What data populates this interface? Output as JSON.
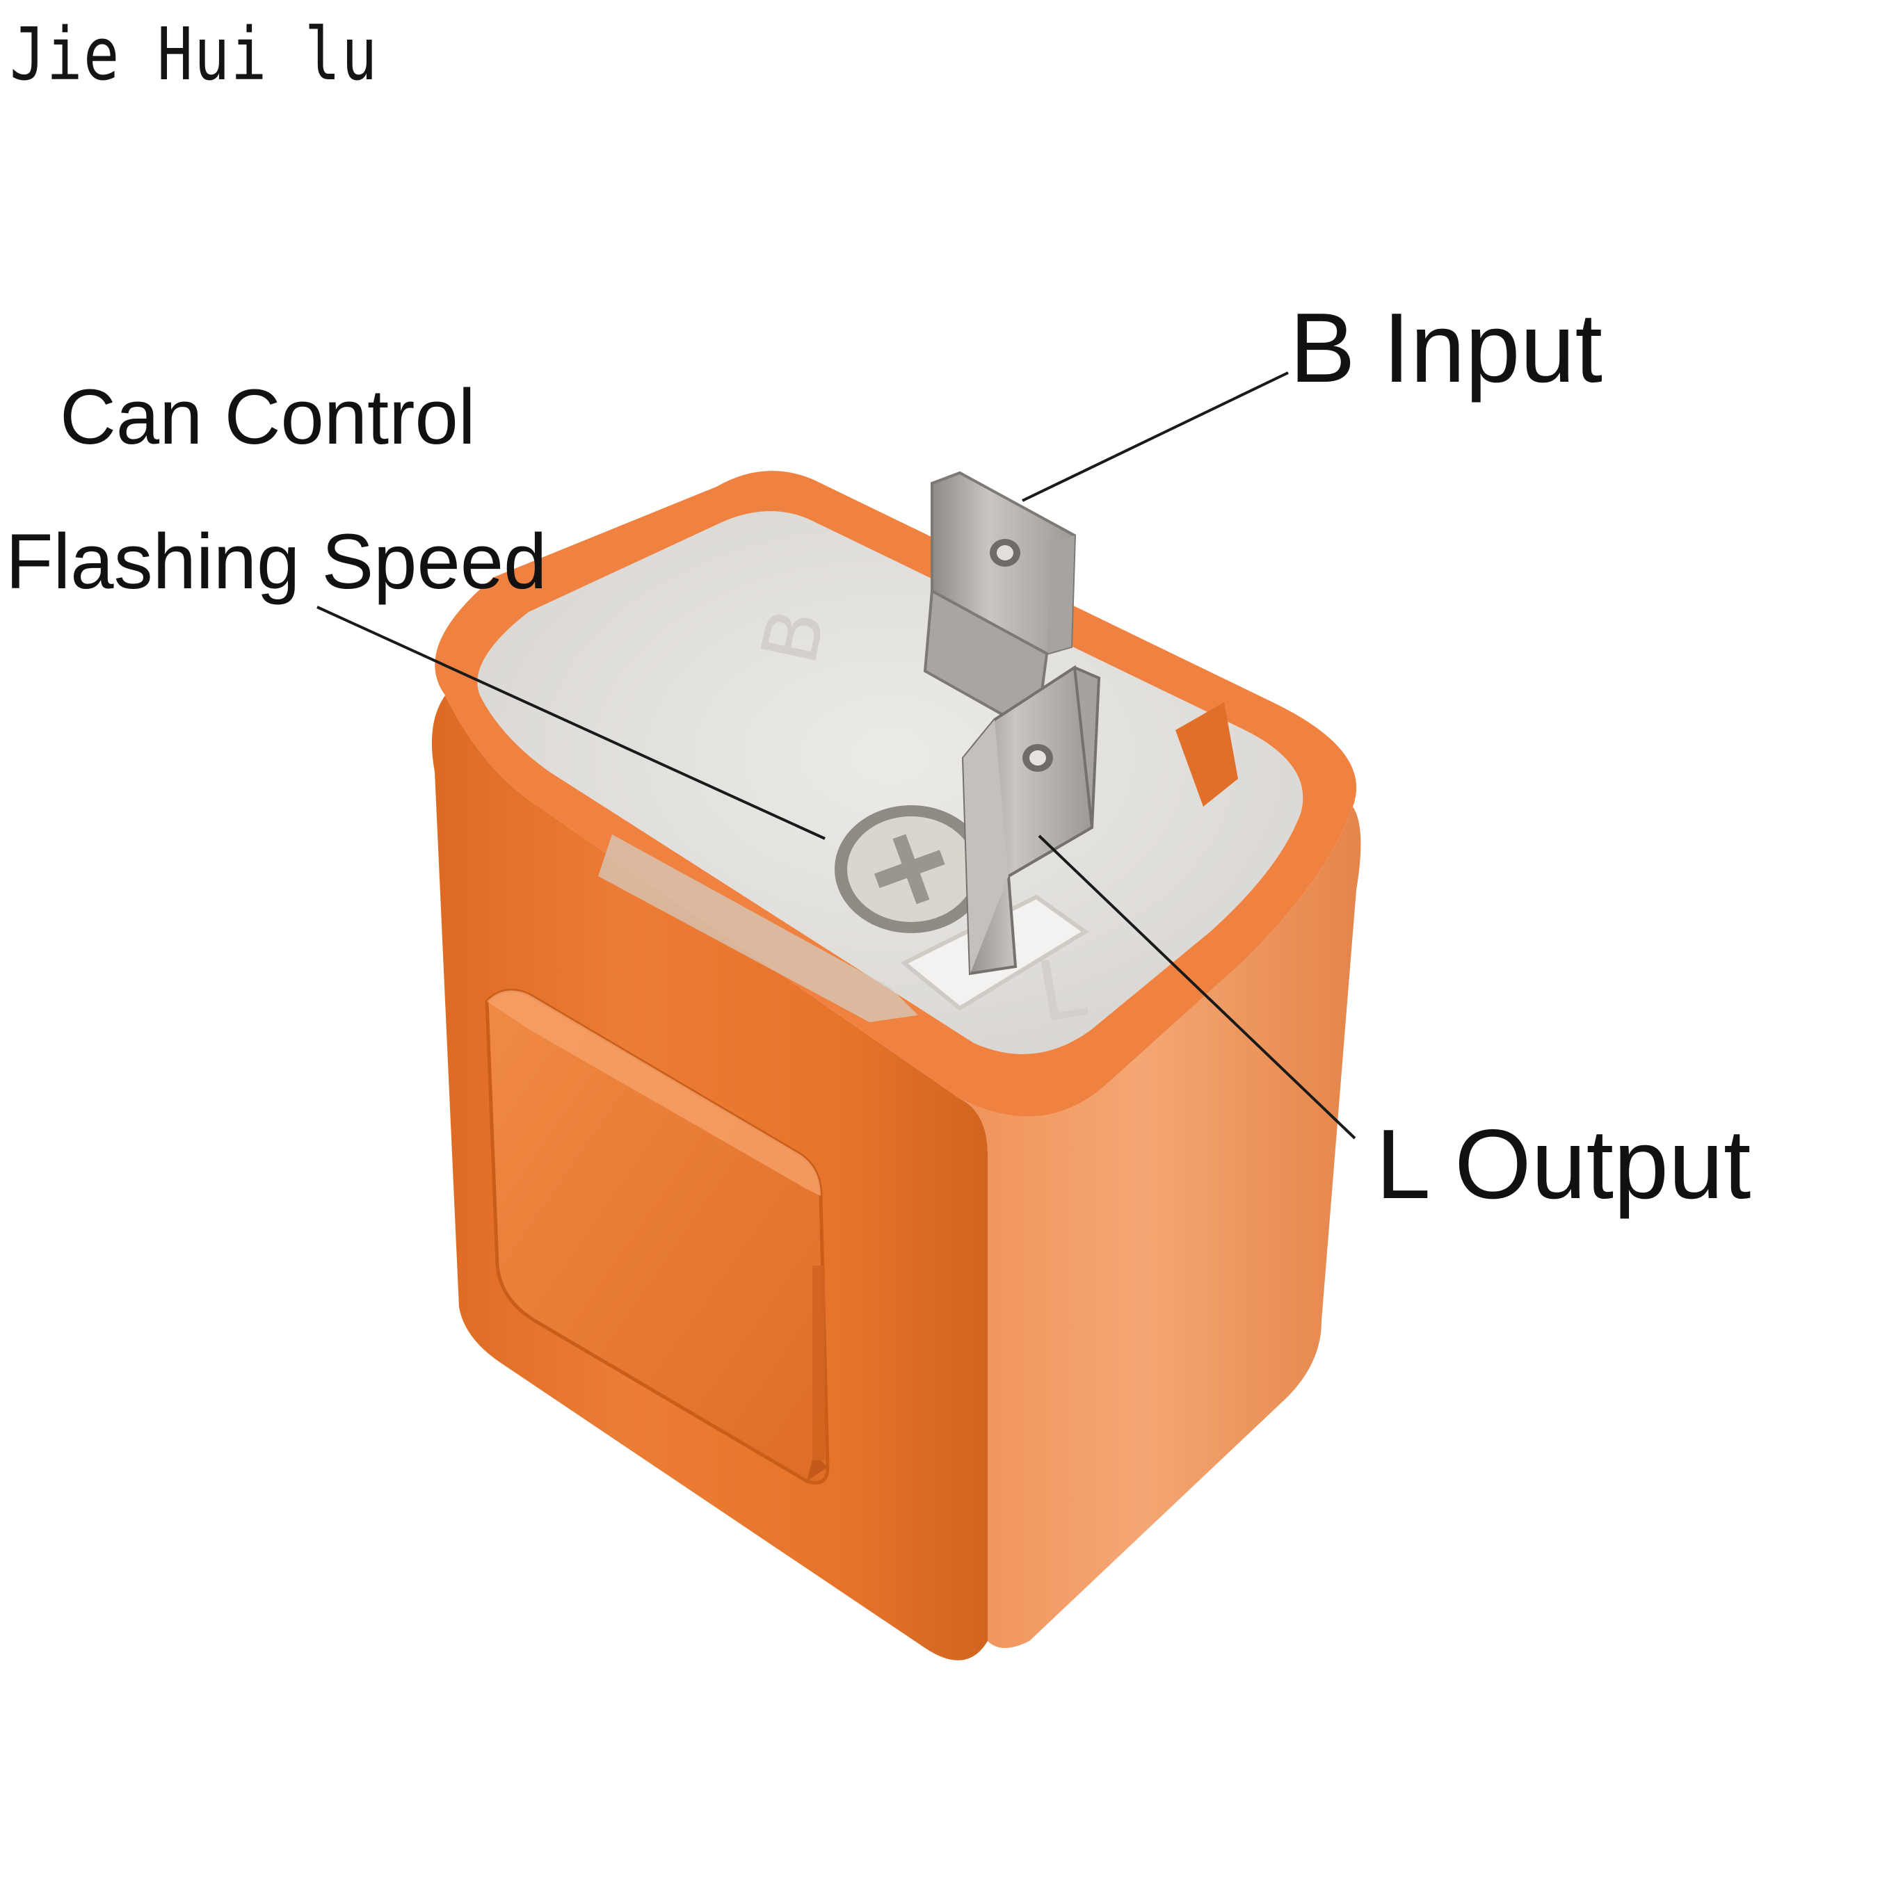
{
  "brand": "Jie Hui lu",
  "callouts": {
    "can_control": "Can Control",
    "flashing_speed": "Flashing Speed",
    "b_input": "B Input",
    "l_output": "L Output"
  },
  "terminal_marks": {
    "b": "B",
    "l": "L"
  },
  "colors": {
    "background": "#ffffff",
    "housing_orange": "#ec7a30",
    "housing_highlight": "#f6a46a",
    "housing_shadow": "#c85f1c",
    "potting_white": "#e9e7e4",
    "terminal_metal": "#b9b6b2",
    "leader_line": "#1a1a1a"
  },
  "icons": [
    "flasher-relay-image",
    "b-terminal-icon",
    "l-terminal-icon",
    "speed-adjust-knob-icon"
  ]
}
